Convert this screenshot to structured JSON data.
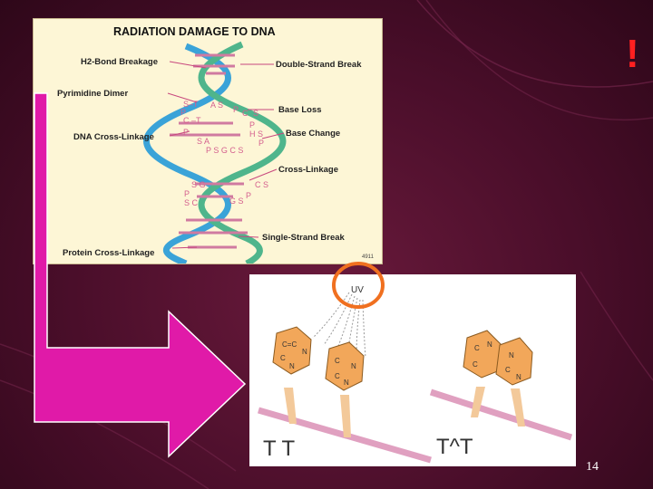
{
  "diagram": {
    "title": "RADIATION DAMAGE TO DNA",
    "labels": {
      "h2_bond": "H2-Bond Breakage",
      "double_strand": "Double-Strand Break",
      "pyrimidine": "Pyrimidine Dimer",
      "base_loss": "Base Loss",
      "dna_cross": "DNA Cross-Linkage",
      "base_change": "Base Change",
      "cross_linkage": "Cross-Linkage",
      "single_strand": "Single-Strand Break",
      "protein_cross": "Protein Cross-Linkage",
      "code": "4911"
    }
  },
  "photo": {
    "uv": "UV",
    "tt": "T T",
    "tt_dimer": "T^T"
  },
  "slide": {
    "exclamation": "!",
    "page_number": "14"
  },
  "colors": {
    "background": "#4a0e2a",
    "arrow": "#e01aa8",
    "highlight_circle": "#f07020",
    "exclamation": "#ff2020"
  }
}
